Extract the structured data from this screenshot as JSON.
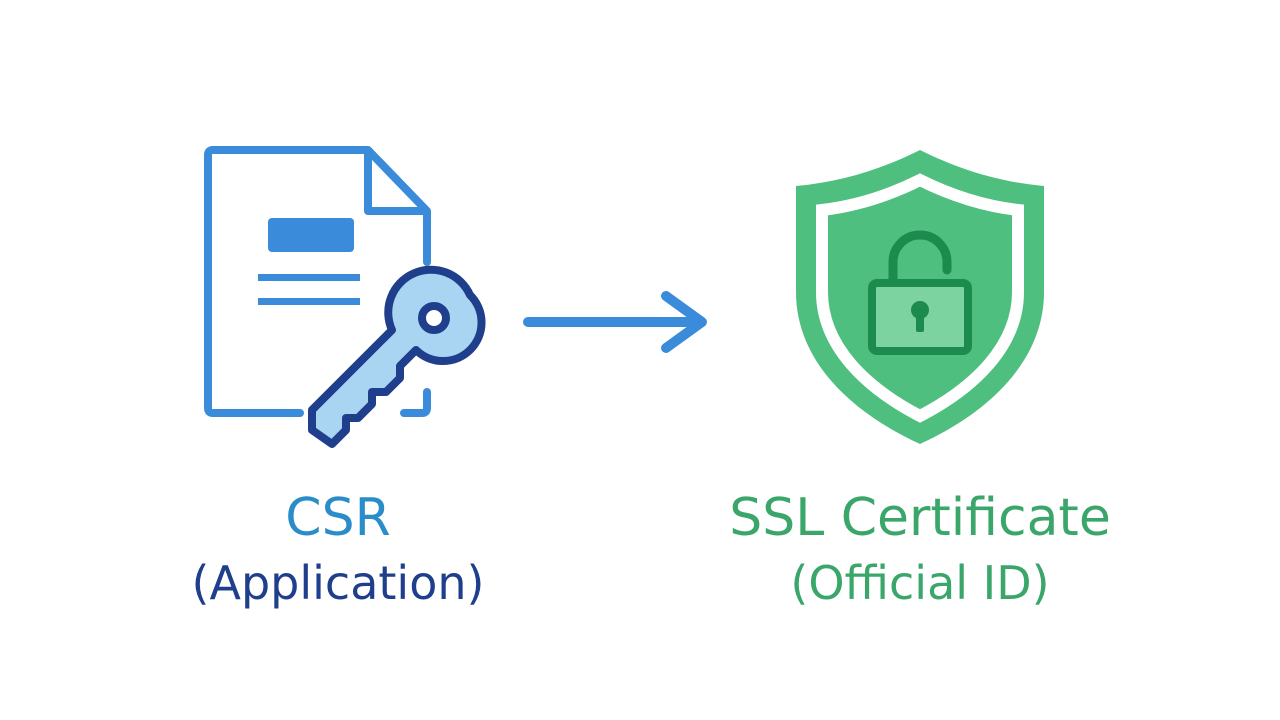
{
  "diagram": {
    "source": {
      "icon": "document-with-key-icon",
      "title": "CSR",
      "subtitle": "(Application)"
    },
    "connector": {
      "icon": "right-arrow-icon"
    },
    "target": {
      "icon": "shield-padlock-icon",
      "title": "SSL Certificate",
      "subtitle": "(Official ID)"
    }
  },
  "colors": {
    "document_blue": "#3b8bdb",
    "key_dark_blue": "#1f3f8c",
    "key_light_blue": "#a9d4f2",
    "shield_green": "#4fbf7f",
    "lock_dark_green": "#1d8a4e",
    "arrow_blue": "#3b8bdb",
    "csr_text": "#2a8cc8",
    "csr_sub_text": "#1f3f8c",
    "ssl_text": "#3aa66a"
  }
}
